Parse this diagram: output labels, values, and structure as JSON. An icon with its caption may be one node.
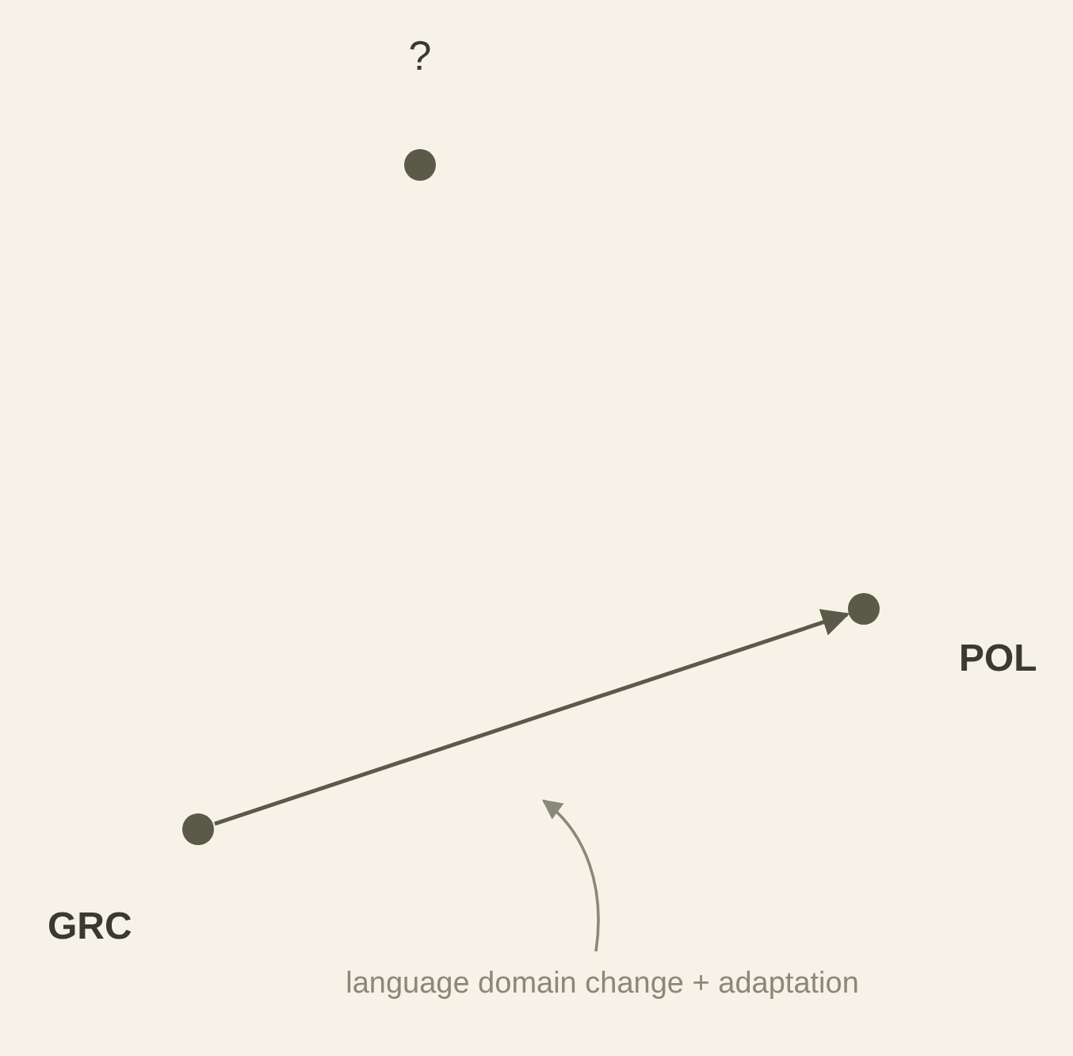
{
  "diagram": {
    "nodes": [
      {
        "text": [
          "?"
        ]
      },
      {
        "text": [
          "POL"
        ]
      },
      {
        "text": [
          "GRC"
        ]
      },
      {
        "text": [
          "language domain change + adaptation"
        ]
      }
    ],
    "edges": [
      {
        "from": 2,
        "to": 1,
        "arrow": "to"
      },
      {
        "from": 3,
        "to": null,
        "arrow": "to"
      }
    ]
  }
}
